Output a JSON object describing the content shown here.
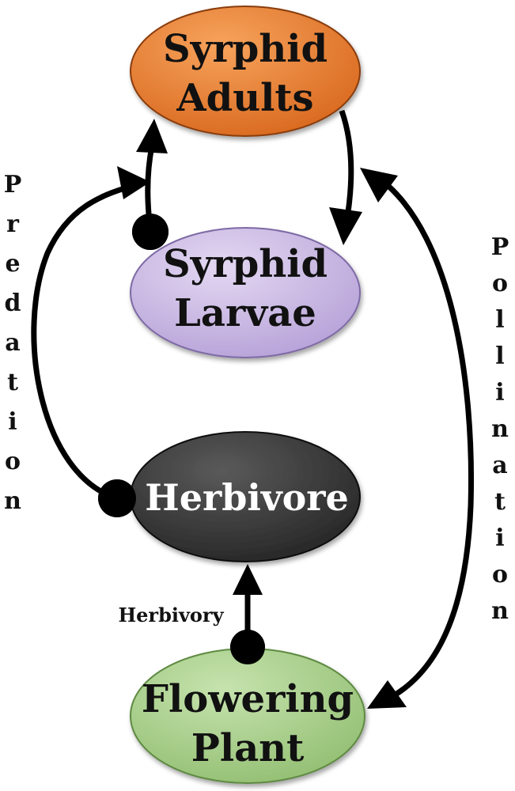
{
  "nodes": {
    "syrphid_adults": {
      "line1": "Syrphid",
      "line2": "Adults",
      "fill": "#ed7d31",
      "text_color": "#111111"
    },
    "syrphid_larvae": {
      "line1": "Syrphid",
      "line2": "Larvae",
      "fill": "#c9b8e3",
      "text_color": "#111111"
    },
    "herbivore": {
      "line1": "Herbivore",
      "fill": "#3b3b3b",
      "text_color": "#ffffff"
    },
    "flowering_plant": {
      "line1": "Flowering",
      "line2": "Plant",
      "fill": "#a9d18e",
      "text_color": "#111111"
    }
  },
  "labels": {
    "predation": "Predation",
    "pollination": "Pollination",
    "herbivory": "Herbivory"
  },
  "colors": {
    "stroke": "#000000"
  }
}
